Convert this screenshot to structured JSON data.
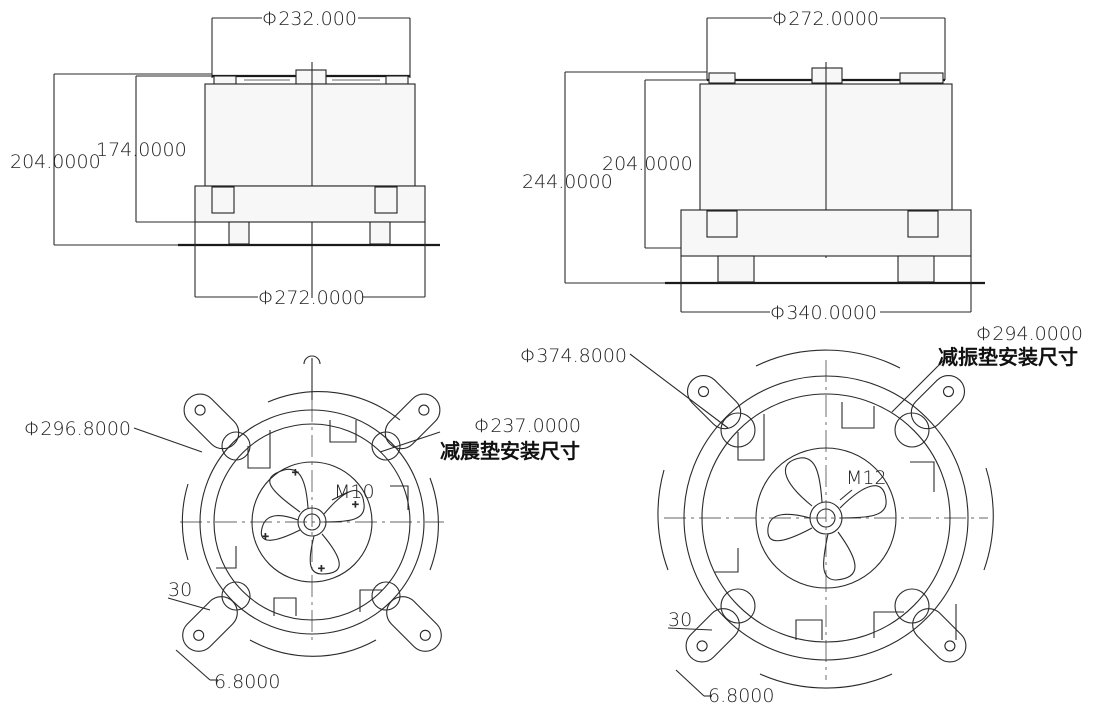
{
  "front_views": [
    {
      "top_diameter": "Φ232.000",
      "overall_height": "204.0000",
      "body_height": "174.0000",
      "base_diameter": "Φ272.0000"
    },
    {
      "top_diameter": "Φ272.0000",
      "overall_height": "244.0000",
      "body_height": "204.0000",
      "base_diameter": "Φ340.0000"
    }
  ],
  "plan_views": [
    {
      "outer_diameter": "Φ296.8000",
      "mount_diameter": "Φ237.0000",
      "mount_note": "减震垫安装尺寸",
      "thread": "M10",
      "angle": "30",
      "hole": "6.8000"
    },
    {
      "outer_diameter": "Φ374.8000",
      "mount_diameter": "Φ294.0000",
      "mount_note": "减振垫安装尺寸",
      "thread": "M12",
      "angle": "30",
      "hole": "6.8000"
    }
  ]
}
